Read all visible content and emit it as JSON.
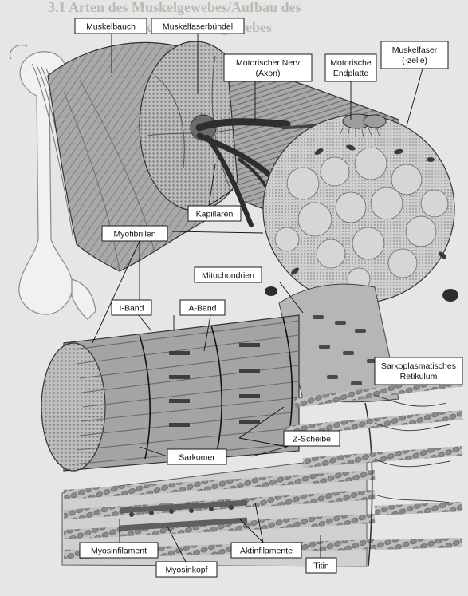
{
  "background_page": {
    "heading_line1": "3.1  Arten des Muskelgewebes/Aufbau des",
    "heading_line2": "Skelettmuskelgewebes"
  },
  "labels": {
    "muskelbauch": "Muskelbauch",
    "muskelfaserbuendel": "Muskelfaserbündel",
    "muskelfaser_line1": "Muskelfaser",
    "muskelfaser_line2": "(-zelle)",
    "motorischer_nerv_line1": "Motorischer Nerv",
    "motorischer_nerv_line2": "(Axon)",
    "motorische_endplatte_line1": "Motorische",
    "motorische_endplatte_line2": "Endplatte",
    "kapillaren": "Kapillaren",
    "myofibrillen": "Myofibrillen",
    "mitochondrien": "Mitochondrien",
    "i_band": "I-Band",
    "a_band": "A-Band",
    "sarkoplasmatisches_line1": "Sarkoplasmatisches",
    "sarkoplasmatisches_line2": "Retikulum",
    "z_scheibe": "Z-Scheibe",
    "sarkomer": "Sarkomer",
    "myosinfilament": "Myosinfilament",
    "myosinkopf": "Myosinkopf",
    "aktinfilamente": "Aktinfilamente",
    "titin": "Titin"
  },
  "colors": {
    "page": "#e6e6e4",
    "tissue": "#9e9e9e",
    "tissue_dark": "#5a5a5a",
    "fiber_light": "#c8c8c8",
    "label_box": "#ffffff"
  }
}
